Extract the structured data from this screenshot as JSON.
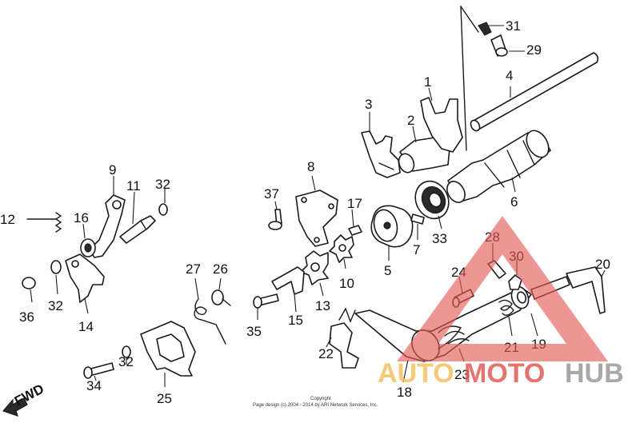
{
  "diagram": {
    "labels": {
      "p1": "1",
      "p2": "2",
      "p3": "3",
      "p4": "4",
      "p5": "5",
      "p6": "6",
      "p7": "7",
      "p8": "8",
      "p9": "9",
      "p10": "10",
      "p11": "11",
      "p12": "12",
      "p13": "13",
      "p14": "14",
      "p15": "15",
      "p16": "16",
      "p17": "17",
      "p18": "18",
      "p19": "19",
      "p20": "20",
      "p21": "21",
      "p22": "22",
      "p23": "23",
      "p24": "24",
      "p25": "25",
      "p26": "26",
      "p27": "27",
      "p28": "28",
      "p29": "29",
      "p30": "30",
      "p31": "31",
      "p32a": "32",
      "p32b": "32",
      "p32c": "32",
      "p33": "33",
      "p34": "34",
      "p35": "35",
      "p36": "36",
      "p37": "37"
    },
    "fwd_label": "FWD",
    "copyright_line1": "Copyright",
    "copyright_line2": "Page design (c) 2004 - 2014 by ARI Network Services, Inc."
  },
  "watermark": {
    "word_auto": "AUTO",
    "word_moto": "MOTO",
    "word_hub": "HUB",
    "colors": {
      "triangle": "#e35b55",
      "auto": "#f5c060",
      "moto": "#e35b55",
      "hub": "#9a9a9a"
    }
  }
}
